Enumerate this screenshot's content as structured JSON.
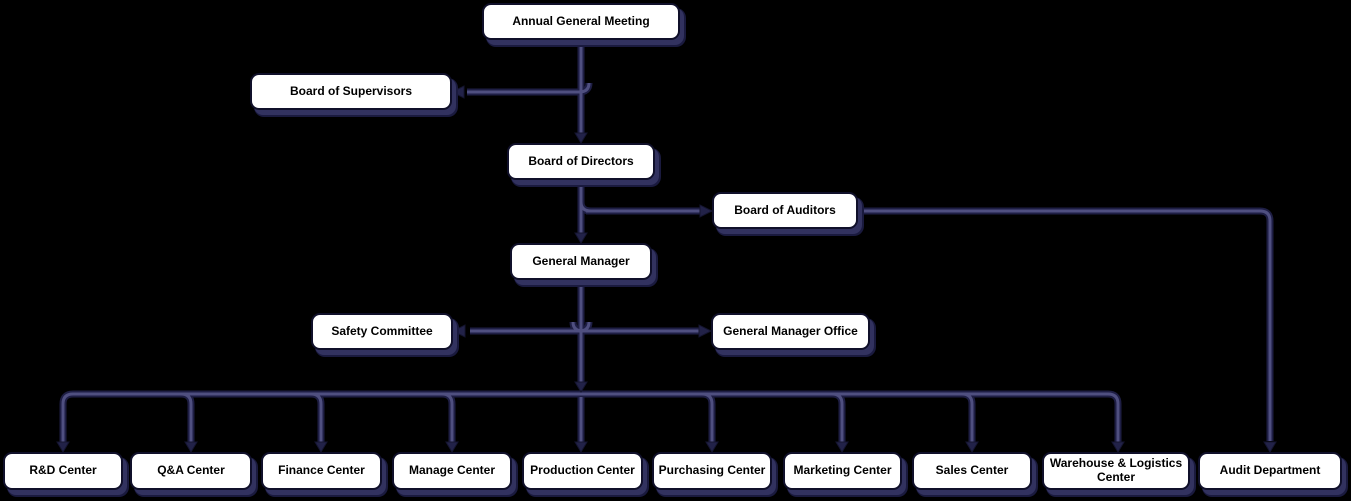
{
  "diagram_type": "org-chart",
  "nodes": {
    "agm": {
      "label": "Annual General Meeting"
    },
    "supervisors": {
      "label": "Board of Supervisors"
    },
    "directors": {
      "label": "Board of Directors"
    },
    "auditors": {
      "label": "Board of Auditors"
    },
    "gm": {
      "label": "General Manager"
    },
    "safety": {
      "label": "Safety Committee"
    },
    "gmo": {
      "label": "General Manager Office"
    },
    "rd": {
      "label": "R&D Center"
    },
    "qa": {
      "label": "Q&A Center"
    },
    "finance": {
      "label": "Finance Center"
    },
    "manage": {
      "label": "Manage Center"
    },
    "production": {
      "label": "Production Center"
    },
    "purchasing": {
      "label": "Purchasing Center"
    },
    "marketing": {
      "label": "Marketing Center"
    },
    "sales": {
      "label": "Sales Center"
    },
    "warehouse": {
      "label": "Warehouse & Logistics Center"
    },
    "audit": {
      "label": "Audit Department"
    }
  },
  "edges": [
    {
      "from": "agm",
      "to": "directors"
    },
    {
      "from": "agm",
      "to": "supervisors"
    },
    {
      "from": "directors",
      "to": "gm"
    },
    {
      "from": "directors",
      "to": "auditors"
    },
    {
      "from": "auditors",
      "to": "audit"
    },
    {
      "from": "gm",
      "to": "safety"
    },
    {
      "from": "gm",
      "to": "gmo"
    },
    {
      "from": "gm",
      "to": "rd"
    },
    {
      "from": "gm",
      "to": "qa"
    },
    {
      "from": "gm",
      "to": "finance"
    },
    {
      "from": "gm",
      "to": "manage"
    },
    {
      "from": "gm",
      "to": "production"
    },
    {
      "from": "gm",
      "to": "purchasing"
    },
    {
      "from": "gm",
      "to": "marketing"
    },
    {
      "from": "gm",
      "to": "sales"
    },
    {
      "from": "gm",
      "to": "warehouse"
    }
  ],
  "colors": {
    "background": "#000000",
    "node_fill": "#ffffff",
    "node_border": "#10102a",
    "node_shadow": "#32325f",
    "line_edge": "#1e1e44",
    "line_core": "#4f4f80",
    "arrow": "#222248"
  }
}
